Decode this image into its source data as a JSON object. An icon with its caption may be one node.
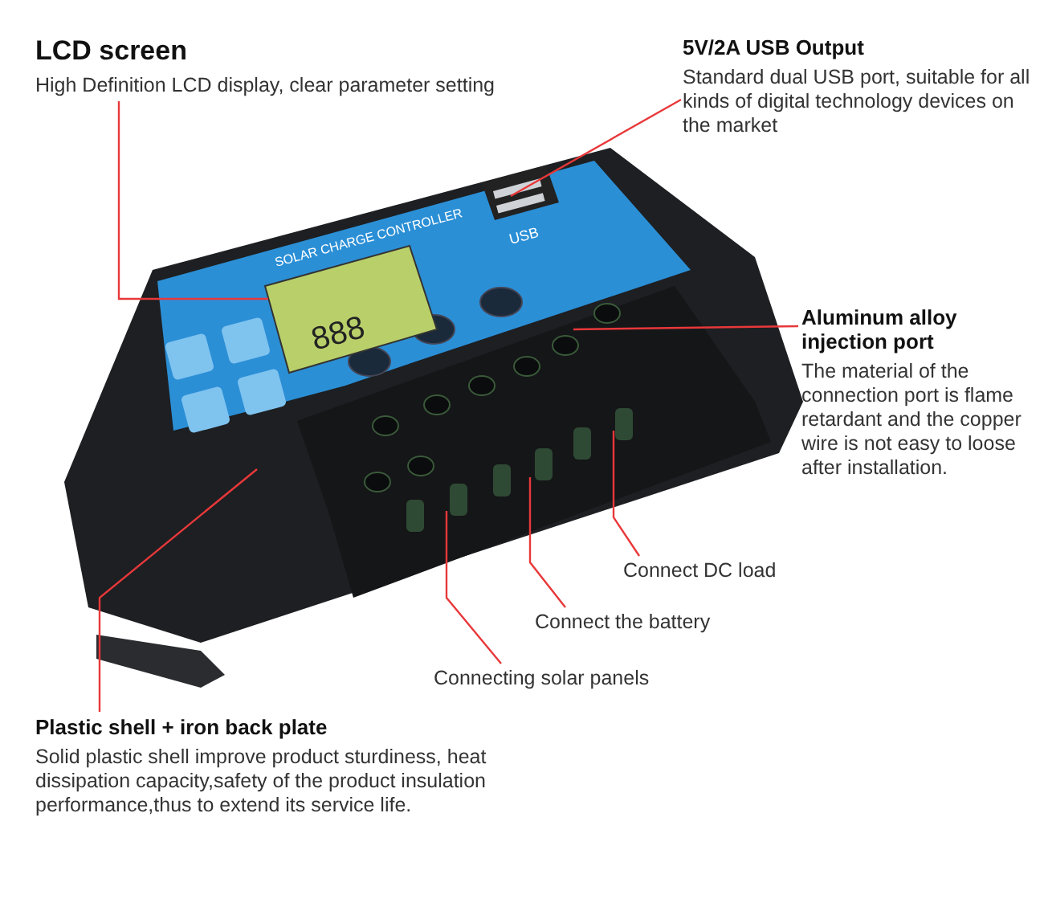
{
  "diagram": {
    "nodes": [
      {
        "text": [
          "LCD screen",
          "High Definition LCD display, clear parameter setting"
        ]
      },
      {
        "text": [
          "5V/2A USB Output",
          "Standard dual USB port, suitable for all kinds of digital technology devices on the market"
        ]
      },
      {
        "text": [
          "Aluminum alloy injection port",
          "The material of the connection port is flame retardant and the copper wire is not easy to loose after installation."
        ]
      },
      {
        "text": [
          "Connect DC load"
        ]
      },
      {
        "text": [
          "Connect the battery"
        ]
      },
      {
        "text": [
          "Connecting solar panels"
        ]
      },
      {
        "text": [
          "Plastic shell + iron back plate",
          "Solid plastic shell improve product sturdiness, heat dissipation capacity,safety of the product insulation performance,thus to extend its service life."
        ]
      },
      {
        "text": [
          "888"
        ]
      }
    ],
    "edges": [
      {
        "from": 0,
        "to": 7,
        "arrow": "none"
      },
      {
        "from": 1,
        "to": null,
        "arrow": "none"
      },
      {
        "from": 2,
        "to": null,
        "arrow": "none"
      },
      {
        "from": 3,
        "to": null,
        "arrow": "none"
      },
      {
        "from": 4,
        "to": null,
        "arrow": "none"
      },
      {
        "from": 5,
        "to": null,
        "arrow": "none"
      },
      {
        "from": 6,
        "to": null,
        "arrow": "none"
      }
    ],
    "labels": [
      "SOLAR CHARGE CONTROLLER",
      "USB"
    ]
  }
}
